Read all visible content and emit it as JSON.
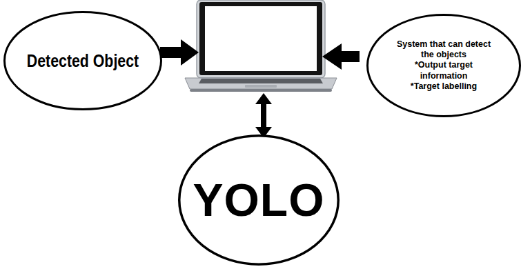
{
  "diagram": {
    "nodes": [
      {
        "text": [
          "Detected Object"
        ]
      },
      {
        "text": [
          "System that can detect the objects",
          "*Output target information",
          "*Target labelling"
        ]
      },
      {
        "text": [
          "YOLO"
        ]
      }
    ]
  }
}
